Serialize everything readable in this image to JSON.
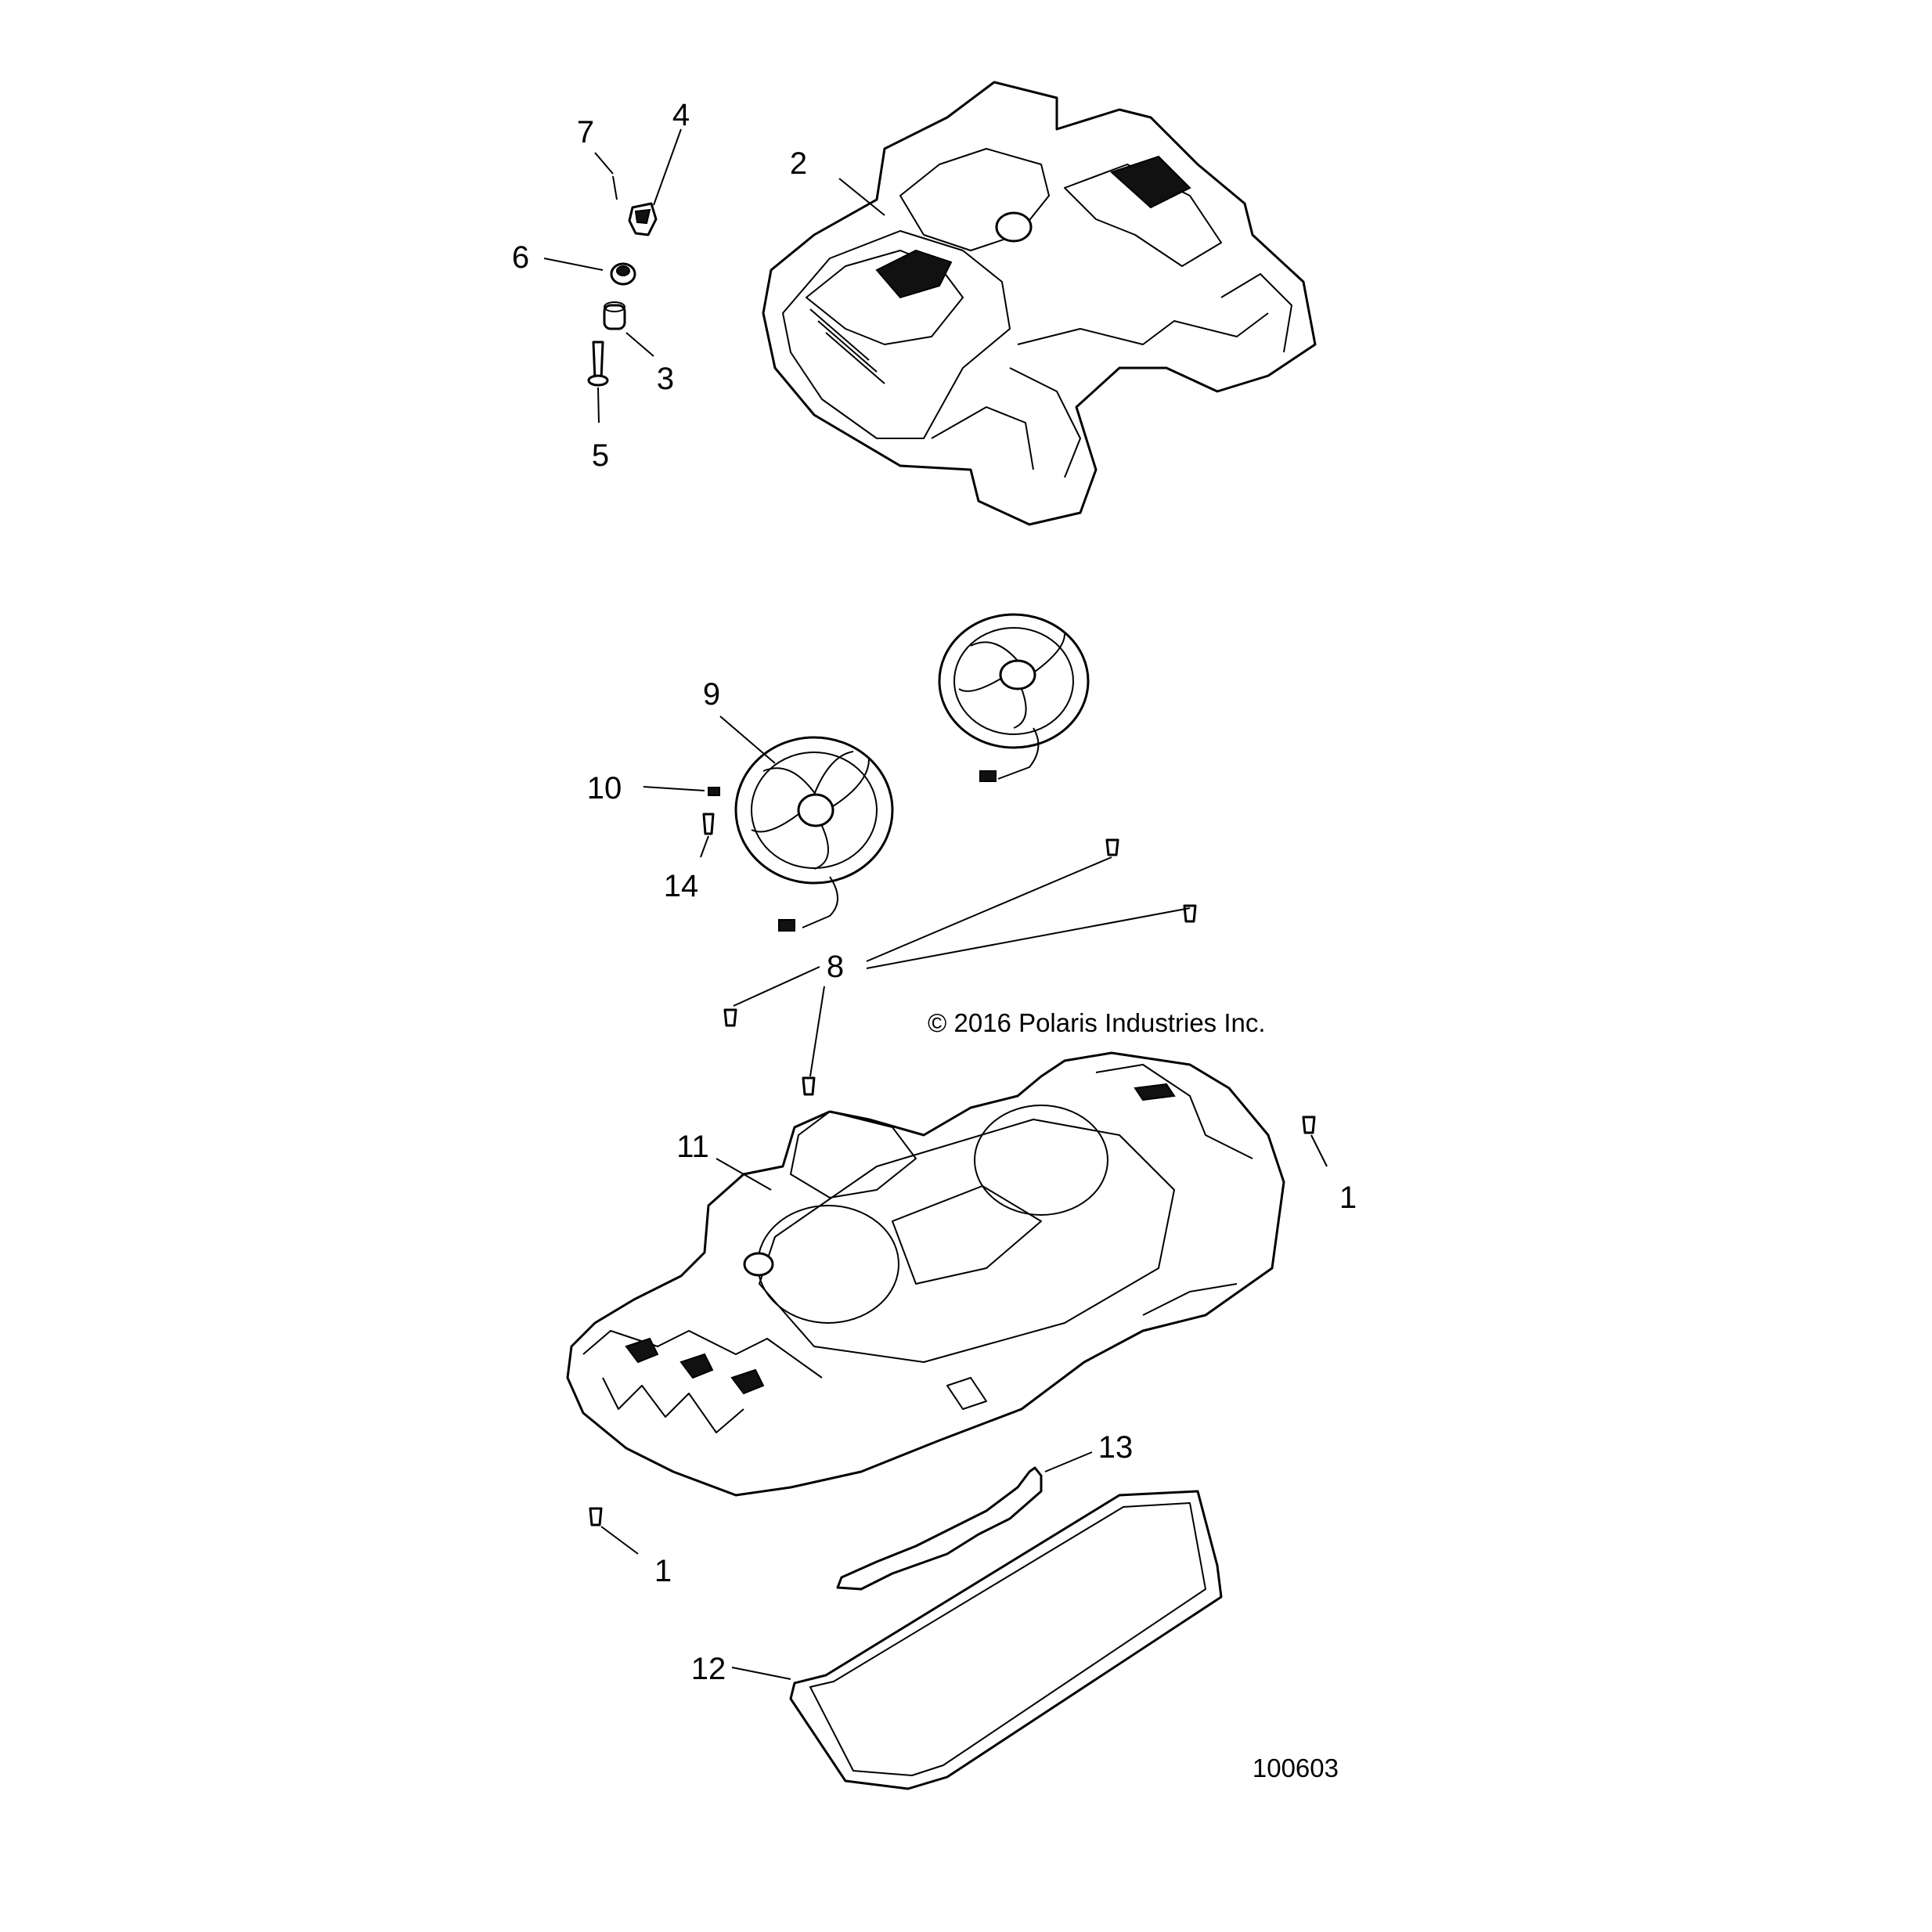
{
  "callouts": {
    "c1a": "1",
    "c1b": "1",
    "c2": "2",
    "c3": "3",
    "c4": "4",
    "c5": "5",
    "c6": "6",
    "c7": "7",
    "c8": "8",
    "c9": "9",
    "c10": "10",
    "c11": "11",
    "c12": "12",
    "c13": "13",
    "c14": "14"
  },
  "copyright": "© 2016 Polaris Industries Inc.",
  "figure_id": "100603"
}
